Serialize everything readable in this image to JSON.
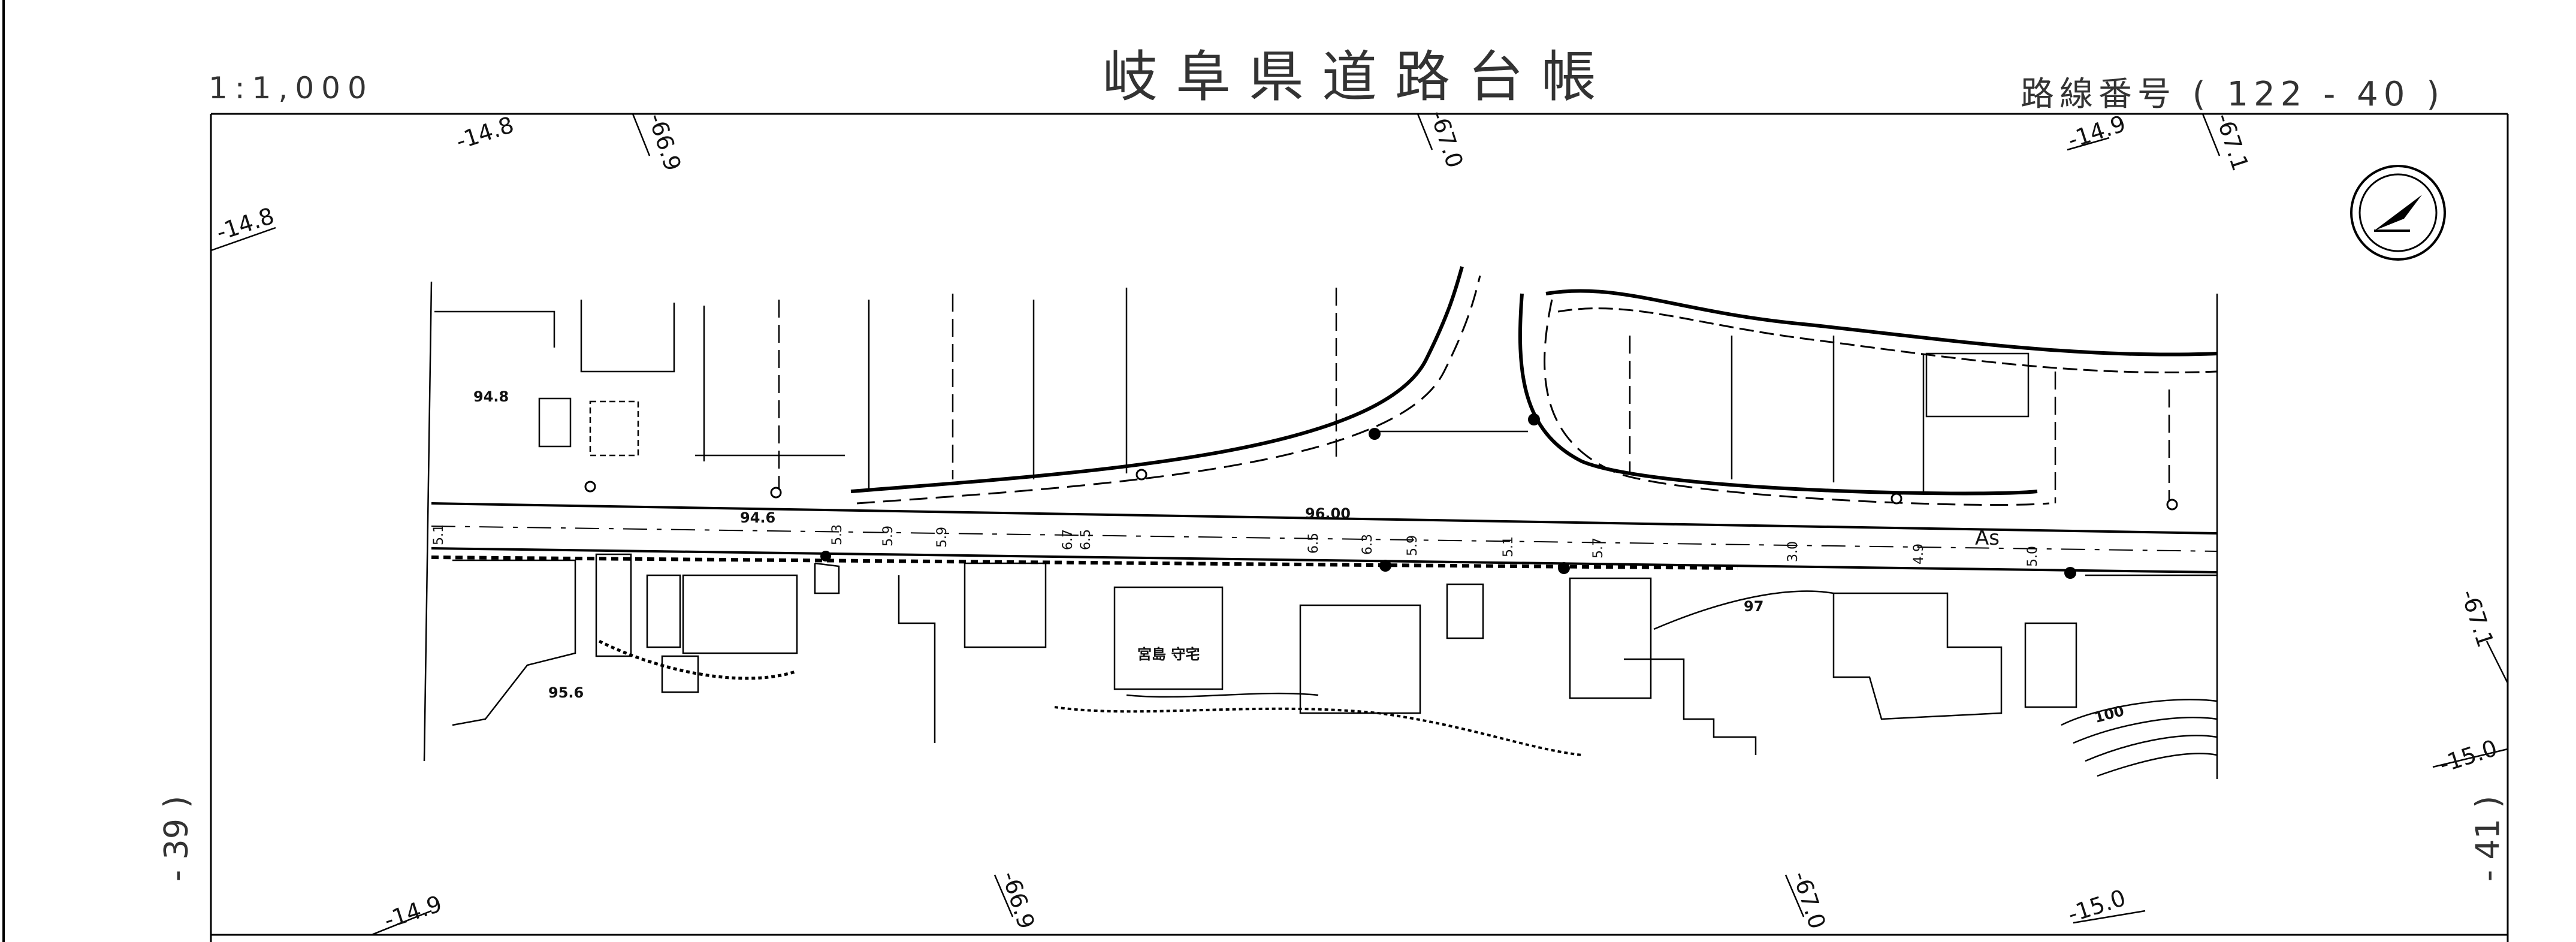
{
  "header": {
    "title": "岐阜県道路台帳",
    "scale": "1:1,000",
    "route_number": "路線番号 ( 122 - 40 )"
  },
  "margins": {
    "left_sheet": "- 39 )",
    "right_sheet": "- 41 )"
  },
  "grid_labels": {
    "top_left_1": "-14.8",
    "top_left_2": "-66.9",
    "top_mid": "-67.0",
    "top_right_1": "-14.9",
    "top_right_2": "-67.1",
    "left_edge": "-14.8",
    "right_edge_1": "-67.1",
    "right_edge_2": "-15.0",
    "bottom_left_1": "-14.9",
    "bottom_left_2": "-66.9",
    "bottom_mid": "-67.0",
    "bottom_right": "-15.0"
  },
  "map_labels": {
    "elev_1": "94.8",
    "elev_2": "94.6",
    "elev_3": "96.00",
    "elev_4": "95.6",
    "contour_97": "97",
    "contour_100": "100",
    "surface": "As",
    "building": "宮島 守宅",
    "widths": [
      "5.3",
      "5.9",
      "5.9",
      "6.7",
      "6.5",
      "6.5",
      "6.3",
      "5.9",
      "5.1",
      "5.7",
      "3.0",
      "4.9",
      "5.0",
      "5.1"
    ]
  },
  "north_arrow": "north-arrow"
}
